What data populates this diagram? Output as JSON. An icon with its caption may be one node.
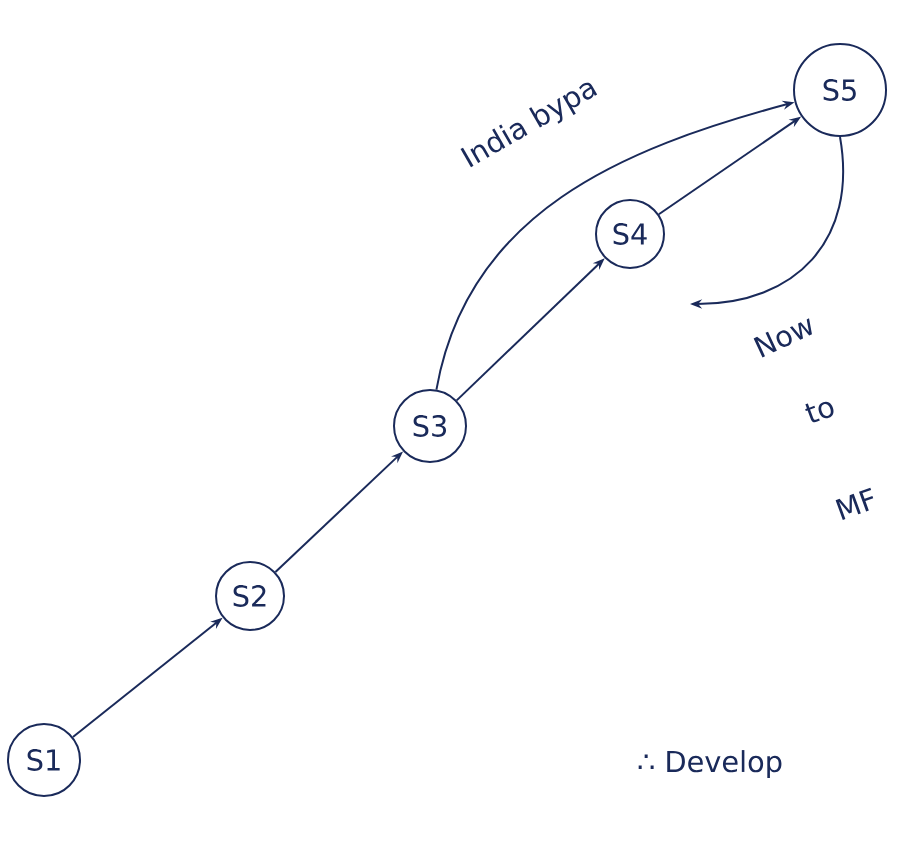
{
  "diagram": {
    "nodes": [
      {
        "text": [
          "S1"
        ]
      },
      {
        "text": [
          "S2"
        ]
      },
      {
        "text": [
          "S3"
        ]
      },
      {
        "text": [
          "S4"
        ]
      },
      {
        "text": [
          "S5"
        ]
      }
    ],
    "edges": [
      {
        "from": 0,
        "to": 1,
        "arrow": "to"
      },
      {
        "from": 1,
        "to": 2,
        "arrow": "to"
      },
      {
        "from": 2,
        "to": 3,
        "arrow": "to"
      },
      {
        "from": 3,
        "to": 4,
        "arrow": "to"
      },
      {
        "from": 2,
        "to": 4,
        "arrow": "to",
        "label": "India bypa"
      },
      {
        "from": 4,
        "to": null,
        "arrow": "to"
      }
    ],
    "labels": [
      "Now",
      "to",
      "MF",
      "∴ Develop"
    ]
  }
}
